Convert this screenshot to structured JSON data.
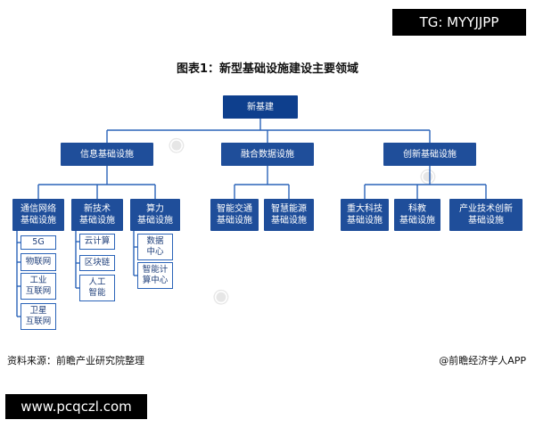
{
  "overlay": {
    "tag": "TG: MYYJJPP",
    "url": "www.pcqczl.com"
  },
  "figure": {
    "title": "图表1：新型基础设施建设主要领域",
    "source": "资料来源：前瞻产业研究院整理",
    "brand": "@前瞻经济学人APP",
    "logo_watermark": "前瞻产业研究院"
  },
  "tree": {
    "root": "新基建",
    "categories": [
      {
        "label": "信息基础设施",
        "children": [
          {
            "label": "通信网络\n基础设施",
            "leaves": [
              "5G",
              "物联网",
              "工业\n互联网",
              "卫星\n互联网"
            ]
          },
          {
            "label": "新技术\n基础设施",
            "leaves": [
              "云计算",
              "区块链",
              "人工\n智能"
            ]
          },
          {
            "label": "算力\n基础设施",
            "leaves": [
              "数据\n中心",
              "智能计\n算中心"
            ]
          }
        ]
      },
      {
        "label": "融合数据设施",
        "children": [
          {
            "label": "智能交通\n基础设施",
            "leaves": []
          },
          {
            "label": "智慧能源\n基础设施",
            "leaves": []
          }
        ]
      },
      {
        "label": "创新基础设施",
        "children": [
          {
            "label": "重大科技\n基础设施",
            "leaves": []
          },
          {
            "label": "科教\n基础设施",
            "leaves": []
          },
          {
            "label": "产业技术创新\n基础设施",
            "leaves": []
          }
        ]
      }
    ]
  },
  "colors": {
    "box": "#1f4e9a",
    "root": "#0e3f8d",
    "leaf_border": "#2a63b8",
    "line": "#2a63b8"
  }
}
